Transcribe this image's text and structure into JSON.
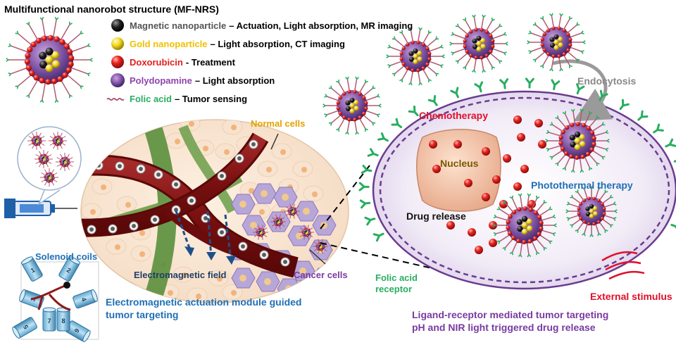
{
  "title": "Multifunctional nanorobot structure (MF-NRS)",
  "legend": [
    {
      "key": "Magnetic nanoparticle",
      "desc": "– Actuation, Light absorption, MR imaging",
      "key_color": "#555555",
      "icon": "black-sphere-icon"
    },
    {
      "key": "Gold nanoparticle",
      "desc": "– Light absorption, CT imaging",
      "key_color": "#f0c000",
      "icon": "yellow-sphere-icon"
    },
    {
      "key": "Doxorubicin",
      "desc": "- Treatment",
      "key_color": "#e02020",
      "icon": "red-sphere-icon"
    },
    {
      "key": "Polydopamine",
      "desc": "– Light absorption",
      "key_color": "#8e44ad",
      "icon": "purple-sphere-icon"
    },
    {
      "key": "Folic acid",
      "desc": "– Tumor sensing",
      "key_color": "#27ae60",
      "icon": "folic-acid-chain-icon"
    }
  ],
  "labels": {
    "normal_cells": "Normal cells",
    "cancer_cells": "Cancer cells",
    "electromagnetic_field": "Electromagnetic field",
    "solenoid_coils": "Solenoid coils",
    "module_caption_line1": "Electromagnetic actuation module guided",
    "module_caption_line2": "tumor targeting",
    "endocytosis": "Endocytosis",
    "chemotherapy": "Chemotherapy",
    "nucleus": "Nucleus",
    "drug_release": "Drug release",
    "photothermal": "Photothermal therapy",
    "folic_receptor_line1": "Folic acid",
    "folic_receptor_line2": "receptor",
    "external_stimulus": "External stimulus",
    "bottom_line1": "Ligand-receptor mediated tumor targeting",
    "bottom_line2": "pH and NIR light triggered drug release"
  },
  "coil_numbers": [
    "1",
    "2",
    "3",
    "4",
    "5",
    "6",
    "7",
    "8"
  ],
  "colors": {
    "title": "#000000",
    "blue_label": "#1f6fb5",
    "purple_label": "#7a3aa0",
    "red_label": "#e0102a",
    "green_label": "#27ae60",
    "gray_label": "#888888",
    "orange_label": "#e6a100",
    "nucleus_label": "#7a5a00"
  }
}
